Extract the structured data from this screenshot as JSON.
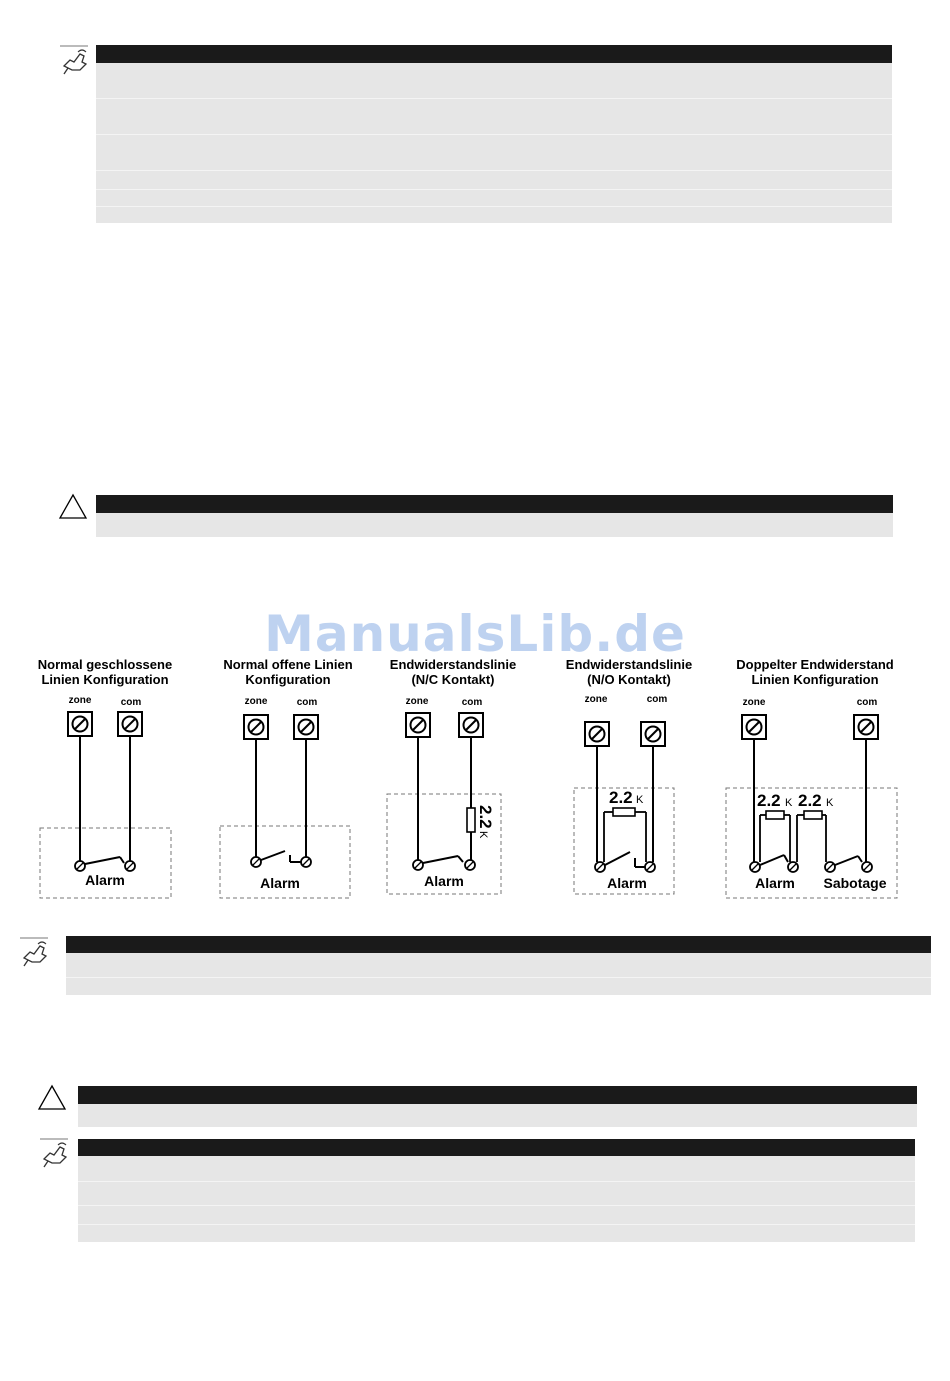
{
  "watermark": "ManualsLib.de",
  "diagrams": [
    {
      "title": "Normal geschlossene\nLinien Konfiguration",
      "terminal_left": "zone",
      "terminal_right": "com",
      "contact_label": "Alarm"
    },
    {
      "title": "Normal offene Linien\nKonfiguration",
      "terminal_left": "zone",
      "terminal_right": "com",
      "contact_label": "Alarm"
    },
    {
      "title": "Endwiderstandslinie\n(N/C Kontakt)",
      "terminal_left": "zone",
      "terminal_right": "com",
      "contact_label": "Alarm",
      "resistor": "2.2",
      "resistor_unit": "K"
    },
    {
      "title": "Endwiderstandslinie\n(N/O Kontakt)",
      "terminal_left": "zone",
      "terminal_right": "com",
      "contact_label": "Alarm",
      "resistor": "2.2",
      "resistor_unit": "K"
    },
    {
      "title": "Doppelter Endwiderstand\nLinien Konfiguration",
      "terminal_left": "zone",
      "terminal_right": "com",
      "contact_label": "Alarm",
      "contact_label_2": "Sabotage",
      "resistor": "2.2",
      "resistor_unit": "K",
      "resistor_2": "2.2",
      "resistor_unit_2": "K"
    }
  ]
}
